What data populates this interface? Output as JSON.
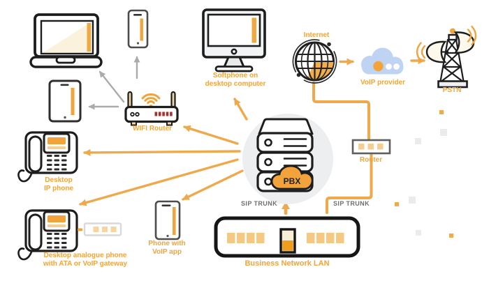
{
  "colors": {
    "accent_orange": "#F2A33C",
    "arrow_orange": "#F0A94A",
    "light_orange_square": "#F5C983",
    "cream": "#FBF2DE",
    "outline_dark": "#1D1D1D",
    "gray_arrow": "#ABABAB",
    "pbx_circle_bg": "#ECEEF0",
    "cloud_blue": "#BFD4F2",
    "led_red": "#A8312D",
    "sip_label_gray": "#6F6F6F"
  },
  "icons": {
    "laptop-icon": "laptop computer",
    "smartphone-icon": "smartphone",
    "tablet-icon": "tablet",
    "wifi-router-icon": "wireless router with antennas and wifi waves",
    "desktop-computer-icon": "desktop monitor",
    "internet-globe-icon": "globe with orbit ring",
    "voip-cloud-icon": "cloud with dots",
    "pstn-tower-icon": "radio tower with dishes",
    "pbx-server-icon": "server stack inside circle with PBX cloud",
    "router-icon": "router box with ports",
    "lan-switch-icon": "network switch bar",
    "desk-phone-icon": "desk telephone",
    "ata-box-icon": "ATA adapter box",
    "voip-app-phone-icon": "smartphone"
  },
  "labels": {
    "wifi_router": "WIFI Router",
    "softphone_1": "Softphone on",
    "softphone_2": "desktop computer",
    "internet": "Internet",
    "voip_provider": "VoIP provider",
    "pstn": "PSTN",
    "pbx": "PBX",
    "router": "Router",
    "lan": "Business Network LAN",
    "ip_phone_1": "Desktop",
    "ip_phone_2": "IP phone",
    "analogue_1": "Desktop analogue phone",
    "analogue_2": "with ATA or VoIP gateway",
    "voip_app_1": "Phone with",
    "voip_app_2": "VoIP app",
    "sip_trunk_left": "SIP TRUNK",
    "sip_trunk_right": "SIP TRUNK"
  }
}
